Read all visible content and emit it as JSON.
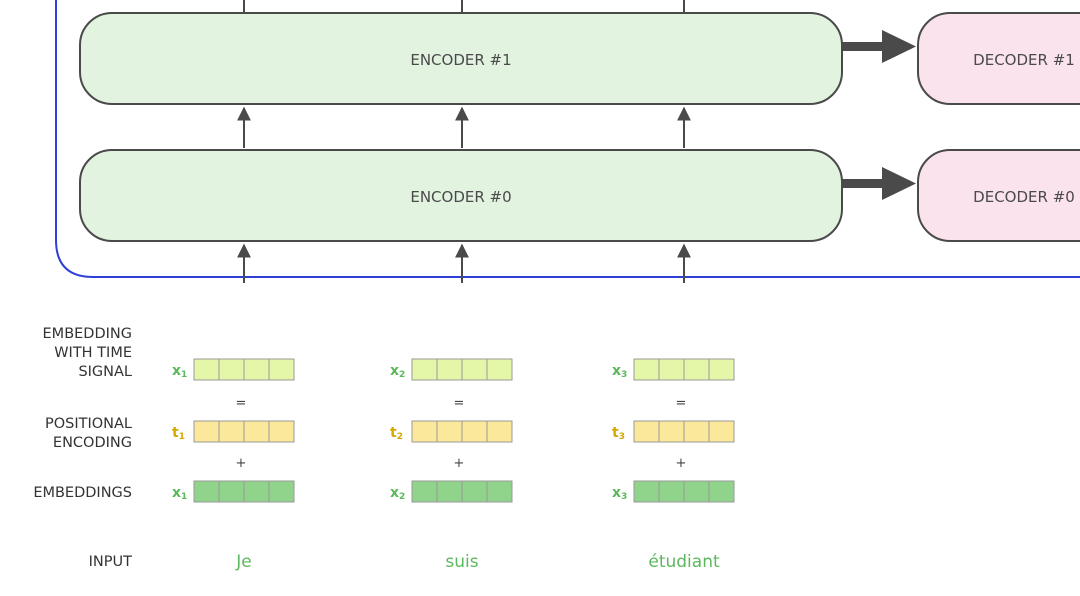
{
  "encoders": [
    {
      "label": "ENCODER #1"
    },
    {
      "label": "ENCODER #0"
    }
  ],
  "decoders": [
    {
      "label": "DECODER #1"
    },
    {
      "label": "DECODER #0"
    }
  ],
  "row_labels": {
    "embedding_time_signal": [
      "EMBEDDING",
      "WITH TIME",
      "SIGNAL"
    ],
    "positional_encoding": [
      "POSITIONAL",
      "ENCODING"
    ],
    "embeddings": [
      "EMBEDDINGS"
    ],
    "input": [
      "INPUT"
    ]
  },
  "operators": {
    "equals": "=",
    "plus": "+"
  },
  "tokens": [
    {
      "word": "Je",
      "x_label": "x",
      "t_label": "t",
      "sub": "1"
    },
    {
      "word": "suis",
      "x_label": "x",
      "t_label": "t",
      "sub": "2"
    },
    {
      "word": "étudiant",
      "x_label": "x",
      "t_label": "t",
      "sub": "3"
    }
  ],
  "colors": {
    "encoder_fill": "#e2f3e0",
    "decoder_fill": "#fbe3ee",
    "box_stroke": "#4a4a4a",
    "stack_border": "#2f3fd8",
    "time_signal_cell": "#e4f7a8",
    "positional_cell": "#fbe89a",
    "embedding_cell": "#8fd48a",
    "x_label": "#5cb85c",
    "t_label": "#d6a800"
  }
}
